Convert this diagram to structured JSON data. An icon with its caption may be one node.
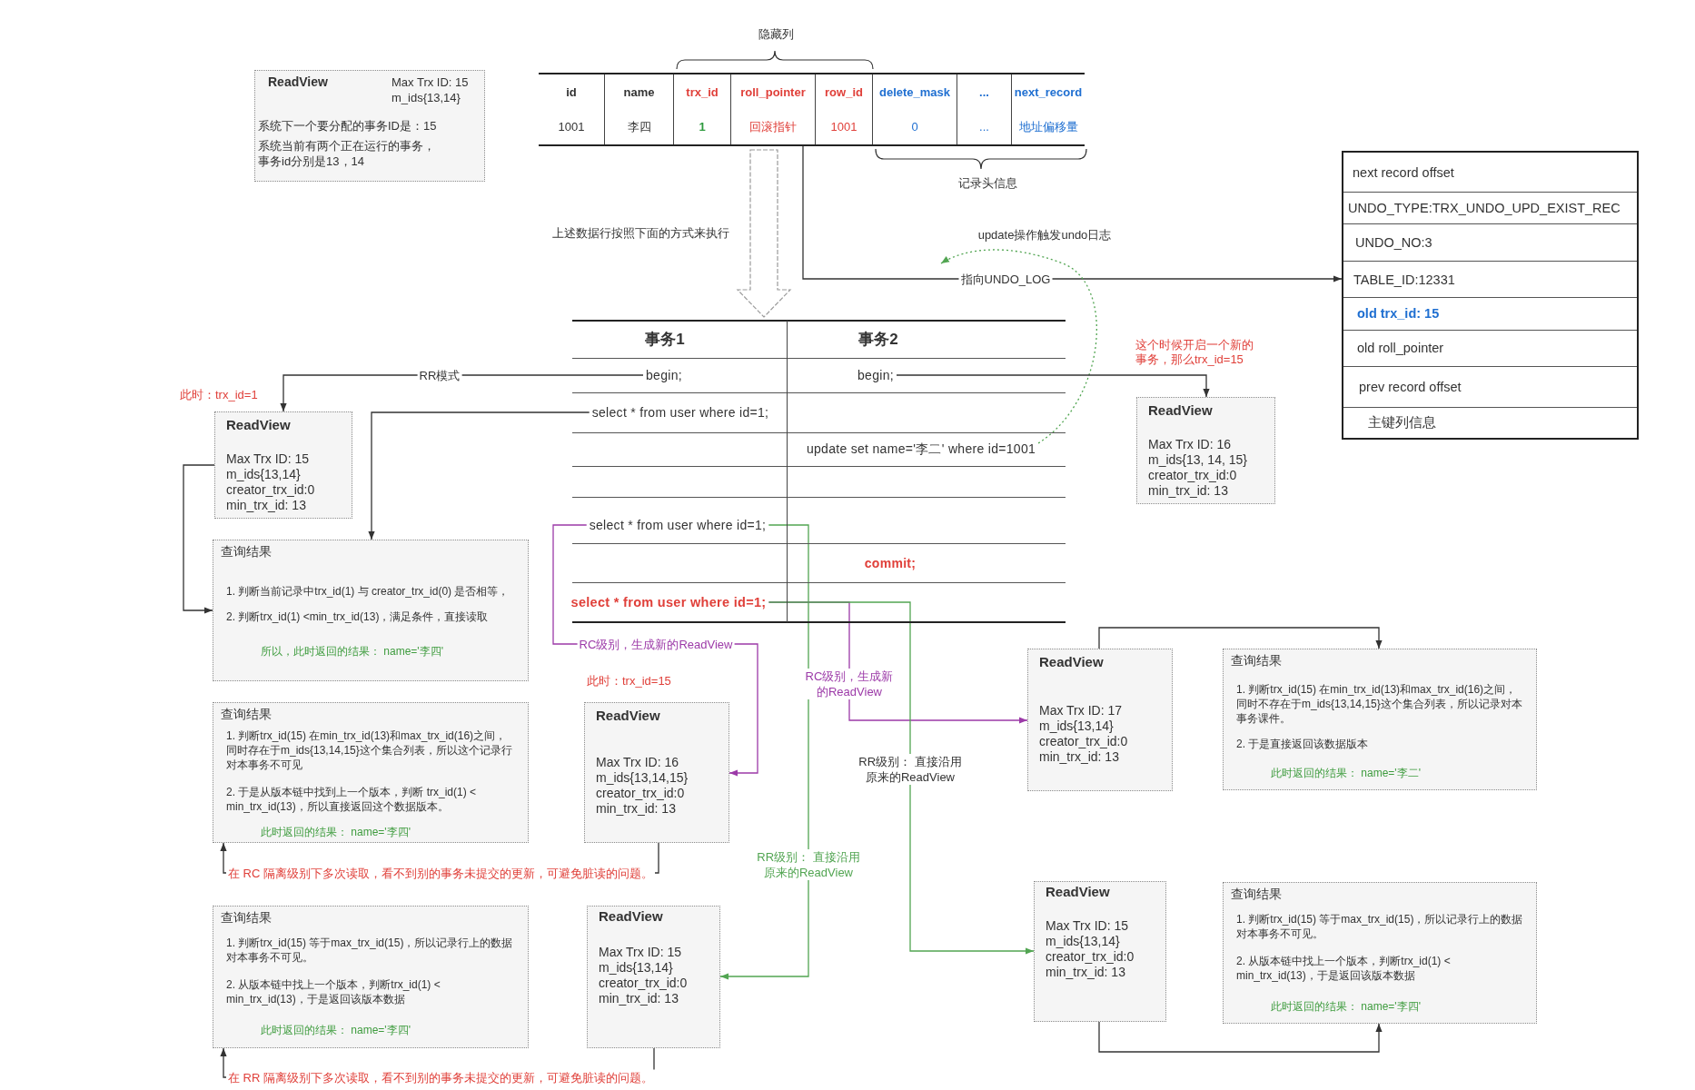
{
  "diagram": {
    "nodes": [
      {
        "text": [
          "ReadView",
          "Max Trx ID: 15",
          "m_ids{13,14}",
          "系统下一个要分配的事务ID是：15",
          "系统当前有两个正在运行的事务，事务id分别是13，14"
        ]
      },
      {
        "text": [
          "id",
          "name",
          "trx_id",
          "roll_pointer",
          "row_id",
          "delete_mask",
          "...",
          "next_record",
          "1001",
          "李四",
          "1",
          "回滚指针",
          "1001",
          "0",
          "...",
          "地址偏移量"
        ]
      },
      {
        "text": [
          "next record offset",
          "UNDO_TYPE:TRX_UNDO_UPD_EXIST_REC",
          "UNDO_NO:3",
          "TABLE_ID:12331",
          "old trx_id: 15",
          "old roll_pointer",
          "prev record offset",
          "主键列信息"
        ]
      },
      {
        "text": [
          "事务1",
          "事务2"
        ]
      },
      {
        "text": [
          "begin;"
        ],
        "in": 3
      },
      {
        "text": [
          "begin;"
        ],
        "in": 3
      },
      {
        "text": [
          "select * from user where id=1;"
        ],
        "in": 3
      },
      {
        "text": [
          "update set name='李二' where id=1001"
        ],
        "in": 3
      },
      {
        "text": [
          "select * from user where id=1;"
        ],
        "in": 3
      },
      {
        "text": [
          "commit;"
        ],
        "in": 3
      },
      {
        "text": [
          "select * from user where id=1;"
        ],
        "in": 3
      },
      {
        "text": [
          "ReadView",
          "Max Trx ID: 15",
          "m_ids{13,14}",
          "creator_trx_id:0",
          "min_trx_id: 13"
        ],
        "beside": [
          "此时：trx_id=1"
        ]
      },
      {
        "text": [
          "ReadView",
          "Max Trx ID: 16",
          "m_ids{13, 14, 15}",
          "creator_trx_id:0",
          "min_trx_id: 13"
        ],
        "beside": [
          "这个时候开启一个新的事务，那么trx_id=15"
        ]
      },
      {
        "text": [
          "查询结果",
          "1. 判断当前记录中trx_id(1) 与 creator_trx_id(0) 是否相等，",
          "2. 判断trx_id(1) <min_trx_id(13)，满足条件，直接读取",
          "所以，此时返回的结果： name='李四'"
        ]
      },
      {
        "text": [
          "查询结果",
          "1. 判断trx_id(15) 在min_trx_id(13)和max_trx_id(16)之间，同时存在于m_ids{13,14,15}这个集合列表，所以这个记录行对本事务不可见",
          "2. 于是从版本链中找到上一个版本，判断 trx_id(1) < min_trx_id(13)，所以直接返回这个数据版本。",
          "此时返回的结果： name='李四'"
        ]
      },
      {
        "text": [
          "ReadView",
          "Max Trx ID: 16",
          "m_ids{13,14,15}",
          "creator_trx_id:0",
          "min_trx_id: 13"
        ],
        "beside": [
          "此时：trx_id=15"
        ]
      },
      {
        "text": [
          "ReadView",
          "Max Trx ID: 17",
          "m_ids{13,14}",
          "creator_trx_id:0",
          "min_trx_id: 13"
        ]
      },
      {
        "text": [
          "查询结果",
          "1. 判断trx_id(15) 在min_trx_id(13)和max_trx_id(16)之间，同时不存在于m_ids{13,14,15}这个集合列表，所以记录对本事务课件。",
          "2. 于是直接返回该数据版本",
          "此时返回的结果： name='李二'"
        ]
      },
      {
        "text": [
          "查询结果",
          "1. 判断trx_id(15) 等于max_trx_id(15)，所以记录行上的数据对本事务不可见。",
          "2. 从版本链中找上一个版本，判断trx_id(1) < min_trx_id(13)，于是返回该版本数据",
          "此时返回的结果： name='李四'"
        ]
      },
      {
        "text": [
          "ReadView",
          "Max Trx ID: 15",
          "m_ids{13,14}",
          "creator_trx_id:0",
          "min_trx_id: 13"
        ]
      },
      {
        "text": [
          "ReadView",
          "Max Trx ID: 15",
          "m_ids{13,14}",
          "creator_trx_id:0",
          "min_trx_id: 13"
        ]
      },
      {
        "text": [
          "查询结果",
          "1. 判断trx_id(15) 等于max_trx_id(15)，所以记录行上的数据对本事务不可见。",
          "2. 从版本链中找上一个版本，判断trx_id(1) < min_trx_id(13)，于是返回该版本数据",
          "此时返回的结果： name='李四'"
        ]
      }
    ],
    "edges": [
      {
        "from": 1,
        "to": 3,
        "arrow": "to",
        "label": "上述数据行按照下面的方式来执行",
        "style": "thick"
      },
      {
        "from": 1,
        "to": 2,
        "arrow": "to",
        "label": "指向UNDO_LOG"
      },
      {
        "from": 7,
        "to": null,
        "arrow": "to",
        "label": "update操作触发undo日志",
        "style": "dashed",
        "color": "#52a552"
      },
      {
        "from": 4,
        "to": 11,
        "arrow": "to",
        "label": "RR模式"
      },
      {
        "from": 5,
        "to": 12,
        "arrow": "to"
      },
      {
        "from": 6,
        "to": 13,
        "arrow": "to"
      },
      {
        "from": 11,
        "to": 13,
        "arrow": "to"
      },
      {
        "from": 8,
        "to": 15,
        "arrow": "to",
        "label": "RC级别，生成新的ReadView",
        "color": "#9c3aa8"
      },
      {
        "from": 8,
        "to": 19,
        "arrow": "to",
        "label": "RR级别： 直接沿用原来的ReadView",
        "color": "#52a552"
      },
      {
        "from": 10,
        "to": 16,
        "arrow": "to",
        "label": "RC级别，生成新的ReadView",
        "color": "#9c3aa8"
      },
      {
        "from": 10,
        "to": 20,
        "arrow": "to",
        "label": "RR级别： 直接沿用原来的ReadView",
        "color": "#52a552"
      },
      {
        "from": 16,
        "to": 17,
        "arrow": "to"
      },
      {
        "from": 15,
        "to": 14,
        "arrow": "to",
        "label": "在 RC 隔离级别下多次读取，看不到别的事务未提交的更新，可避免脏读的问题。"
      },
      {
        "from": 19,
        "to": 18,
        "arrow": "to",
        "label": "在 RR 隔离级别下多次读取，看不到别的事务未提交的更新，可避免脏读的问题。"
      },
      {
        "from": 20,
        "to": 21,
        "arrow": "to"
      }
    ],
    "labels": [
      "隐藏列",
      "记录头信息"
    ]
  }
}
